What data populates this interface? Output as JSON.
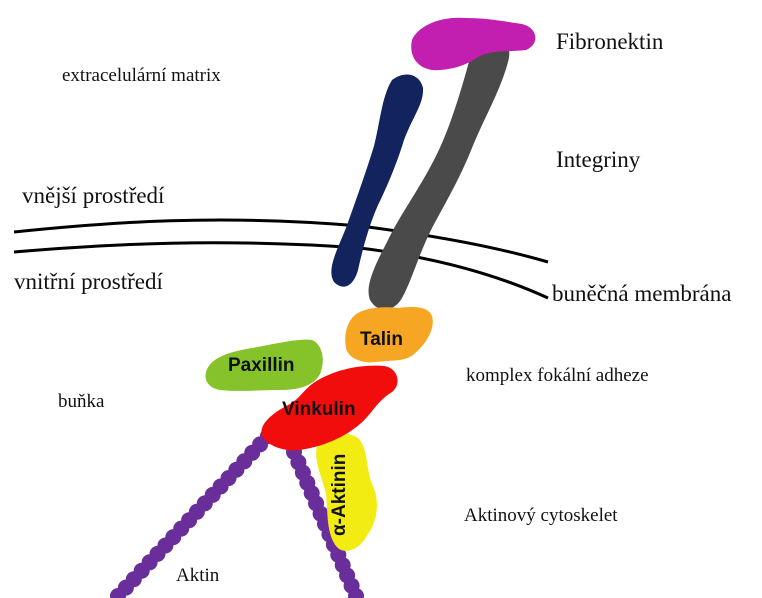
{
  "labels": {
    "fibronectin": "Fibronektin",
    "ecm": "extracelulární matrix",
    "integrins": "Integriny",
    "outside": "vnější prostředí",
    "inside": "vnitřní prostředí",
    "membrane": "buněčná membrána",
    "talin": "Talin",
    "paxillin": "Paxillin",
    "vinculin": "Vinkulin",
    "focal_complex": "komplex fokální adheze",
    "cell": "buňka",
    "actinin": "α-Aktinin",
    "cytoskeleton": "Aktinový cytoskelet",
    "actin": "Aktin"
  },
  "colors": {
    "fibronectin": "#c21fb0",
    "integrin_dark_blue": "#12235e",
    "integrin_gray": "#4a4a4a",
    "talin": "#f6a623",
    "paxillin": "#86c22a",
    "vinculin": "#f20d0d",
    "actinin": "#f2ec12",
    "actin": "#6a2e9a",
    "membrane": "#000000"
  }
}
